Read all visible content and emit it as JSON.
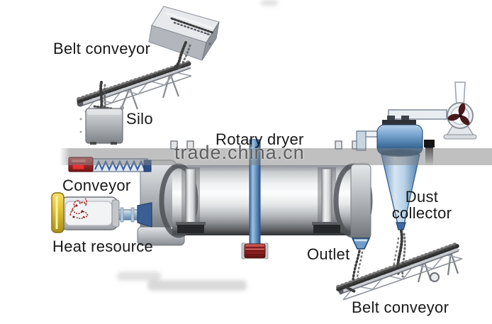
{
  "labels": {
    "belt_conveyor_top": "Belt conveyor",
    "silo": "Silo",
    "rotary_dryer": "Rotary dryer",
    "conveyor": "Conveyor",
    "heat_resource": "Heat resource",
    "outlet": "Outlet",
    "dust_collector": "Dust collector",
    "belt_conveyor_bottom": "Belt conveyor"
  },
  "watermark": {
    "text": "trade.china.cn"
  },
  "colors": {
    "label_text": "#181818",
    "watermark_gray": "#5e5e5e",
    "machine_blue": "#4a7ab0",
    "cyclone_blue": "#40719f",
    "flame_red": "#b83232",
    "motor_red": "#aa3232",
    "heater_yellow": "#e3c235",
    "metal_gray": "#b9bcc0"
  }
}
